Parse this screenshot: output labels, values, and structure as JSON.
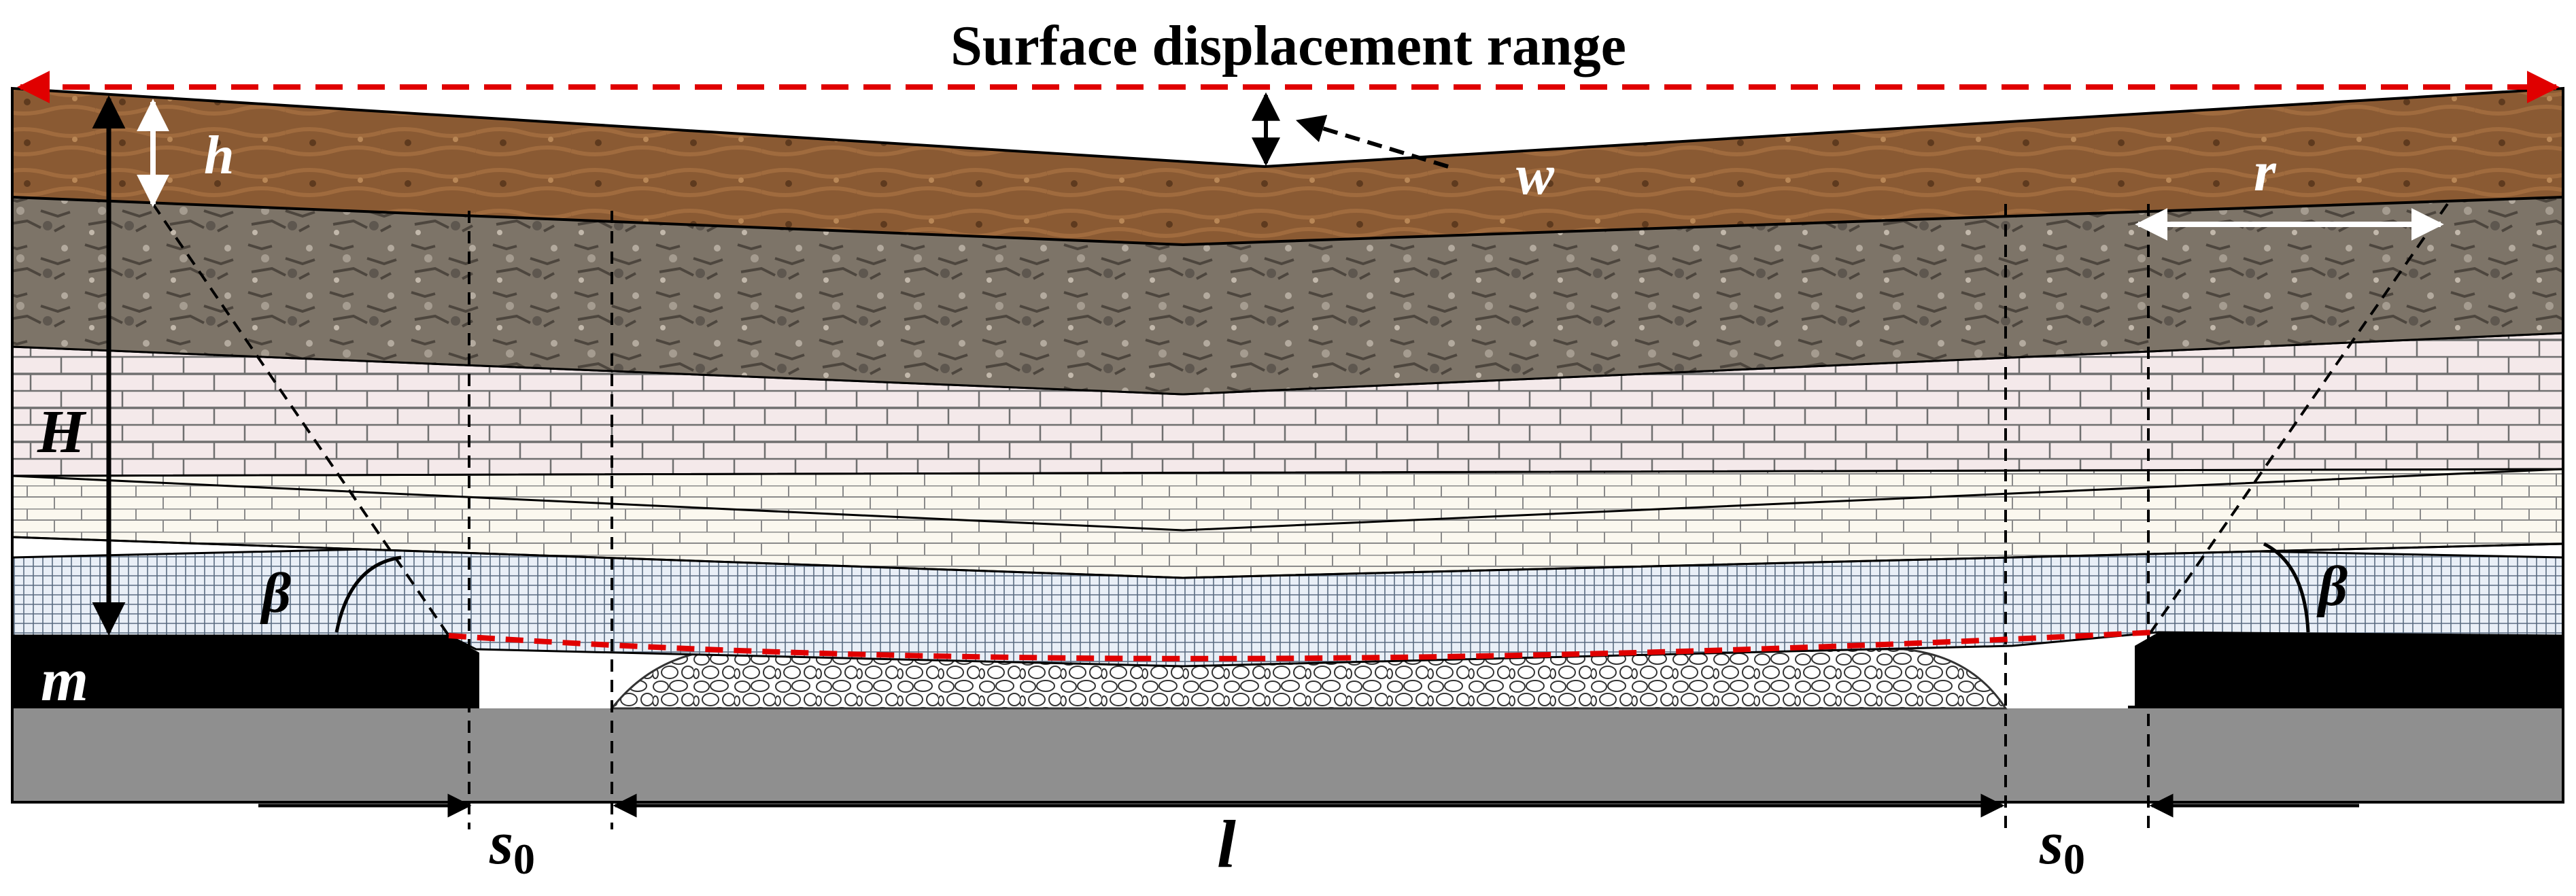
{
  "title": "Surface displacement range",
  "labels": {
    "h": "h",
    "w": "w",
    "r": "r",
    "H": "H",
    "beta_left": "β",
    "beta_right": "β",
    "m": "m",
    "s0_left": "s",
    "s0_left_sub": "0",
    "l": "l",
    "s0_right": "s",
    "s0_right_sub": "0"
  },
  "colors": {
    "soil": "#8a5a33",
    "rock": "#7d7468",
    "brick": "#f4e9ea",
    "limestone": "#fbf8ef",
    "hatch": "#e9eff7",
    "coal": "#000000",
    "floor": "#8f8f8f",
    "range_line": "#e00000"
  }
}
